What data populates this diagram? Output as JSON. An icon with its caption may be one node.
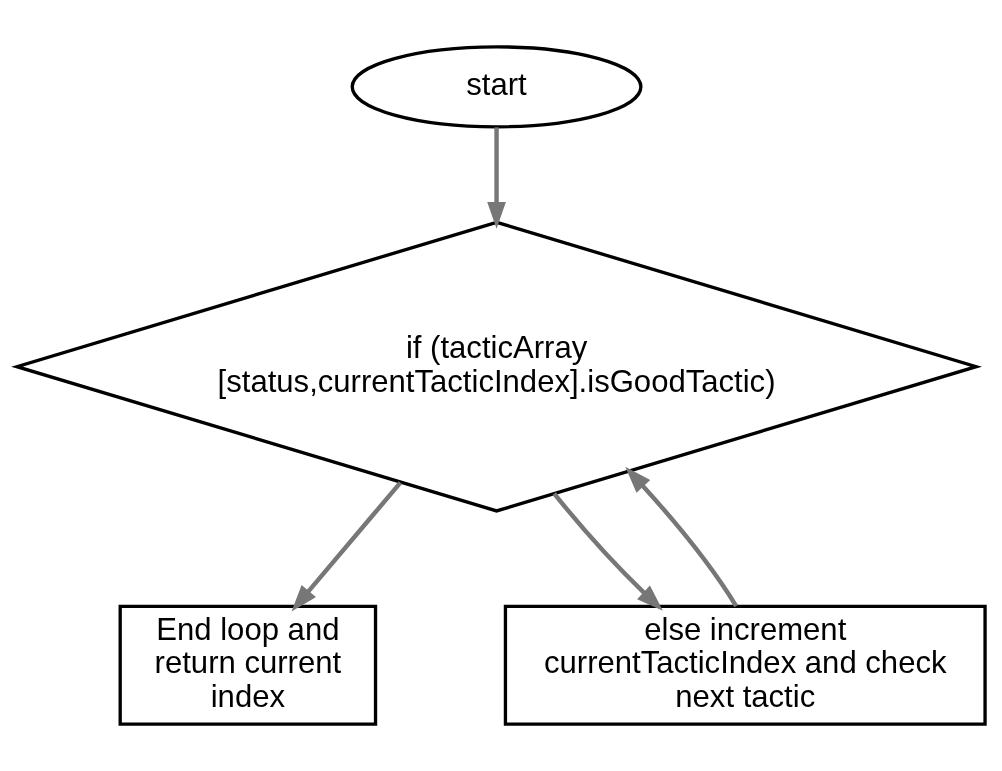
{
  "diagram": {
    "nodes": [
      {
        "text": [
          "start"
        ]
      },
      {
        "text": [
          "if (tacticArray [status,currentTacticIndex].isGoodTactic)"
        ]
      },
      {
        "text": [
          "End loop and return current index"
        ]
      },
      {
        "text": [
          "else increment currentTacticIndex and check next tactic"
        ]
      }
    ],
    "edges": [
      {
        "from": 0,
        "to": 1,
        "arrow": "to"
      },
      {
        "from": 1,
        "to": 2,
        "arrow": "to"
      },
      {
        "from": 1,
        "to": 3,
        "arrow": "to"
      },
      {
        "from": 3,
        "to": 1,
        "arrow": "to"
      }
    ]
  }
}
